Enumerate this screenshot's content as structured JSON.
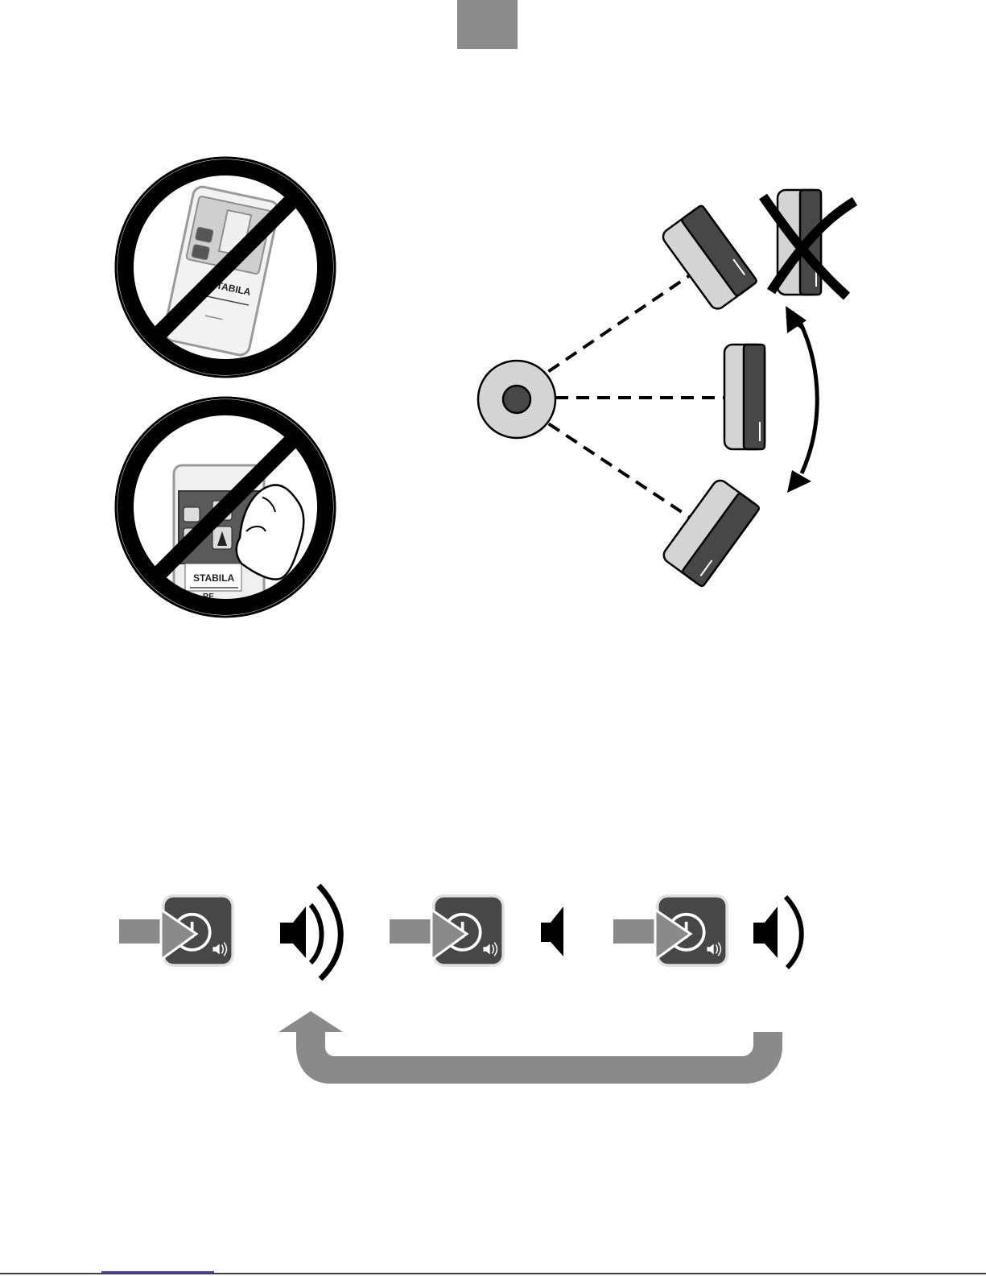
{
  "page": {
    "title_tab": "",
    "footer_link": ""
  },
  "colors": {
    "header_tab": "#8c8c8c",
    "arrow_gray": "#8a8a8a",
    "device_dark": "#474747",
    "device_light": "#d4d4d4",
    "prohibition_black": "#000000"
  },
  "panel_prohibitions": {
    "brand_1": "STABILA",
    "brand_2": "STABILA",
    "model_fragment": "RE",
    "icons": [
      "prohibition-icon",
      "receiver-device-icon",
      "hand-icon"
    ]
  },
  "panel_angle": {
    "icons": [
      "laser-source-icon",
      "receiver-device-icon",
      "cross-icon",
      "double-arrow-icon"
    ]
  },
  "panel_volume": {
    "steps": [
      {
        "button": "power-sound-button-icon",
        "level": "loud"
      },
      {
        "button": "power-sound-button-icon",
        "level": "mute"
      },
      {
        "button": "power-sound-button-icon",
        "level": "quiet"
      }
    ],
    "icons": [
      "speaker-icon",
      "return-arrow-icon"
    ]
  }
}
